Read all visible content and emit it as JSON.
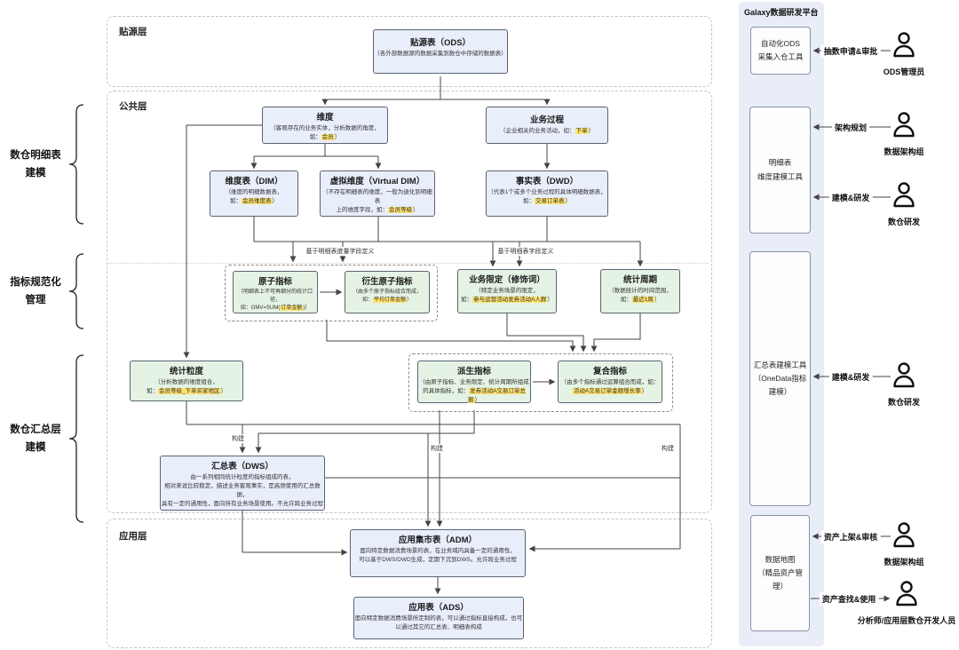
{
  "layers": {
    "ods": "贴源层",
    "common": "公共层",
    "app": "应用层"
  },
  "side_groups": {
    "g1l1": "数仓明细表",
    "g1l2": "建模",
    "g2l1": "指标规范化",
    "g2l2": "管理",
    "g3l1": "数仓汇总层",
    "g3l2": "建模"
  },
  "edge_labels": {
    "metric_def": "基于明细表度量字段定义",
    "field_def": "基于明细表字段定义",
    "build": "构建"
  },
  "boxes": {
    "ods_table": {
      "title": "贴源表（ODS）",
      "line1": "（各外部数据源的数据采集到数仓中存储的数据表）"
    },
    "dimension": {
      "title": "维度",
      "line1": "（客观存在的业务实体，分析数据的角度，",
      "ex_prefix": "如：",
      "ex_hl": "会员",
      "ex_suffix": "）"
    },
    "biz_process": {
      "title": "业务过程",
      "ex_prefix": "（企业相关的业务活动，如：",
      "ex_hl": "下单",
      "ex_suffix": "）"
    },
    "dim_table": {
      "title": "维度表（DIM）",
      "line1": "（维度的明细数据表，",
      "ex_prefix": "如：",
      "ex_hl": "会员维度表",
      "ex_suffix": "）"
    },
    "virtual_dim": {
      "title": "虚拟维度（Virtual DIM）",
      "line1": "（不存在明细表的维度，一般为退化到明细表",
      "ex_prefix": "上的维度字段，如：",
      "ex_hl": "会员等级",
      "ex_suffix": "）"
    },
    "fact_table": {
      "title": "事实表（DWD）",
      "line1": "（代表1个或多个业务过程的具体明细数据表，",
      "ex_prefix": "如：",
      "ex_hl": "交易订单表",
      "ex_suffix": "）"
    },
    "atomic": {
      "title": "原子指标",
      "line1": "（明细表上不可再细分的统计口径，",
      "ex_prefix": "如：GMV=SUM(",
      "ex_hl": "订单金额",
      "ex_suffix": ")）"
    },
    "derived_atomic": {
      "title": "衍生原子指标",
      "line1": "（由多个原子指标组合而成，",
      "ex_prefix": "如：",
      "ex_hl": "平均订单金额",
      "ex_suffix": "）"
    },
    "biz_limit": {
      "title": "业务限定（修饰词）",
      "line1": "（特定业务场景的限定，",
      "ex_prefix": "如：",
      "ex_hl": "参与运营活动发券活动A人群",
      "ex_suffix": "）"
    },
    "stat_period": {
      "title": "统计周期",
      "line1": "（数据统计的时间范围，",
      "ex_prefix": "如：",
      "ex_hl": "最近1周",
      "ex_suffix": "）"
    },
    "stat_grain": {
      "title": "统计粒度",
      "line1": "（分析数据的维度组合，",
      "ex_prefix": "如：",
      "ex_hl": "会员等级_下单买家地区",
      "ex_suffix": "）"
    },
    "derived_ind": {
      "title": "派生指标",
      "line1": "（由原子指标、业务限定、统计周期所组成",
      "ex_prefix": "的具体指标，如：",
      "ex_hl": "发券活动A交易订单总额",
      "ex_suffix": "）"
    },
    "composite_ind": {
      "title": "复合指标",
      "line1": "（由多个指标通过运算组合而成，如：",
      "ex_prefix": "",
      "ex_hl": "活动A交易订单金额增长率",
      "ex_suffix": "）"
    },
    "dws": {
      "title": "汇总表（DWS）",
      "line1": "由一系列相同统计粒度的指标组成的表，",
      "line2": "相对来说比较稳定，描述业务客观事实，是高频使用的汇总数据，",
      "line3": "具有一定的通用性，面向所有业务场景使用。不允许跨业务过程"
    },
    "adm": {
      "title": "应用集市表（ADM）",
      "line1": "面向特定数据消费场景的表，在业务域内具备一定的通用性，",
      "line2": "可以基于DWS/DWD生成，定期下沉到DWS。允许跨业务过程"
    },
    "ads": {
      "title": "应用表（ADS）",
      "line1": "面向特定数据消费场景所定制的表，可以通过指标直接构成，也可",
      "line2": "以通过其它的汇总表、明细表构成"
    }
  },
  "platform_panel": {
    "title": "Galaxy数据研发平台",
    "tools": {
      "ods_tool": {
        "line1": "自动化ODS",
        "line2": "采集入仓工具"
      },
      "detail_tool": {
        "line1": "明细表",
        "line2": "维度建模工具"
      },
      "summary_tool": {
        "line1": "汇总表建模工具",
        "line2": "（OneData指标",
        "line3": "建模）"
      },
      "map_tool": {
        "line1": "数据地图",
        "line2": "（精品资产管",
        "line3": "理）"
      }
    },
    "flows": {
      "f1": {
        "label": "抽数申请&审批",
        "role": "ODS管理员"
      },
      "f2": {
        "label": "架构规划",
        "role": "数据架构组"
      },
      "f3": {
        "label": "建模&研发",
        "role": "数仓研发"
      },
      "f4": {
        "label": "建模&研发",
        "role": "数仓研发"
      },
      "f5": {
        "label": "资产上架&审核",
        "role": "数据架构组"
      },
      "f6": {
        "label": "资产查找&使用",
        "role": "分析师/应用层数仓开发人员"
      }
    }
  },
  "colors": {
    "blue_fill": "#e9eefb",
    "green_fill": "#e4f3e4",
    "highlight": "#ffe36e",
    "panel_bg": "#e9edf8",
    "line": "#444444"
  }
}
